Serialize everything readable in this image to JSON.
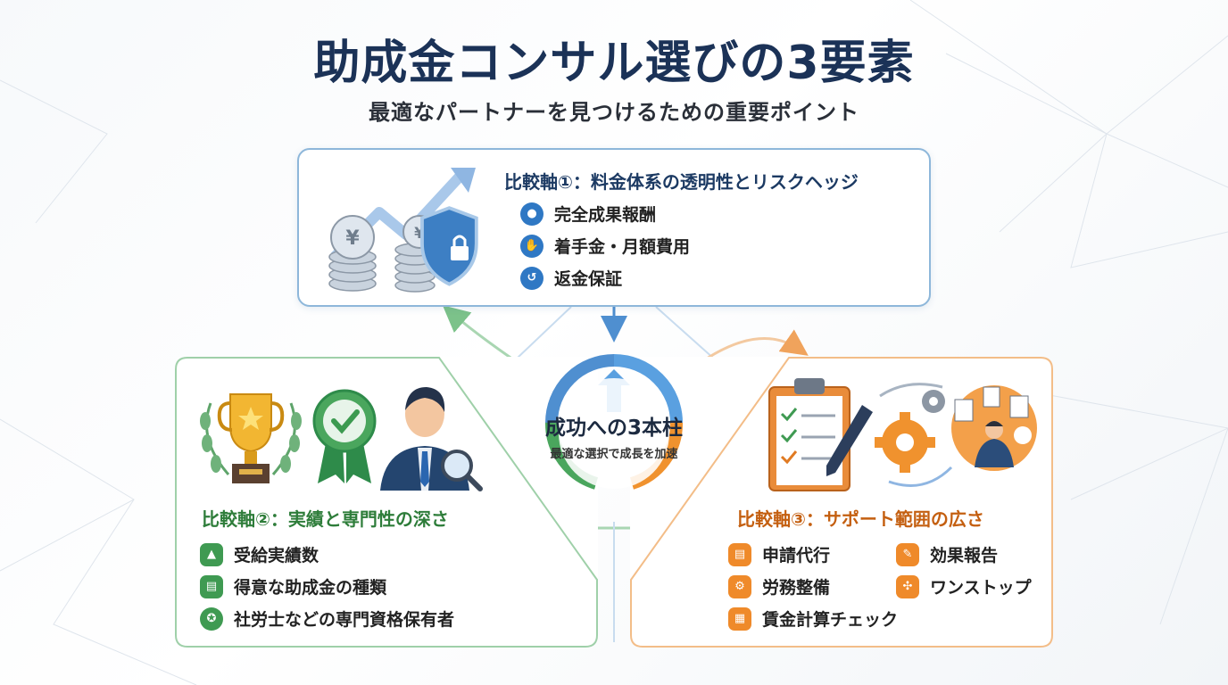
{
  "header": {
    "title": "助成金コンサル選びの3要素",
    "subtitle": "最適なパートナーを見つけるための重要ポイント"
  },
  "center": {
    "title": "成功への3本柱",
    "subtitle": "最適な選択で成長を加速"
  },
  "axis1": {
    "heading": "比較軸①：料金体系の透明性とリスクヘッジ",
    "items": [
      {
        "label": "完全成果報酬",
        "icon": "hand-coin-icon"
      },
      {
        "label": "着手金・月額費用",
        "icon": "handshake-icon"
      },
      {
        "label": "返金保証",
        "icon": "refund-icon"
      }
    ]
  },
  "axis2": {
    "heading": "比較軸②：実績と専門性の深さ",
    "items": [
      {
        "label": "受給実績数",
        "icon": "growth-chart-icon"
      },
      {
        "label": "得意な助成金の種類",
        "icon": "document-chart-icon"
      },
      {
        "label": "社労士などの専門資格保有者",
        "icon": "certificate-badge-icon"
      }
    ]
  },
  "axis3": {
    "heading": "比較軸③：サポート範囲の広さ",
    "items": [
      {
        "label": "申請代行",
        "icon": "document-icon"
      },
      {
        "label": "効果報告",
        "icon": "report-icon"
      },
      {
        "label": "労務整備",
        "icon": "gear-icon"
      },
      {
        "label": "ワンストップ",
        "icon": "network-icon"
      },
      {
        "label": "賃金計算チェック",
        "icon": "calculator-icon"
      }
    ]
  },
  "colors": {
    "title": "#1b3257",
    "blue": "#2f78c4",
    "green": "#3f9a52",
    "orange": "#ef8a2a"
  }
}
